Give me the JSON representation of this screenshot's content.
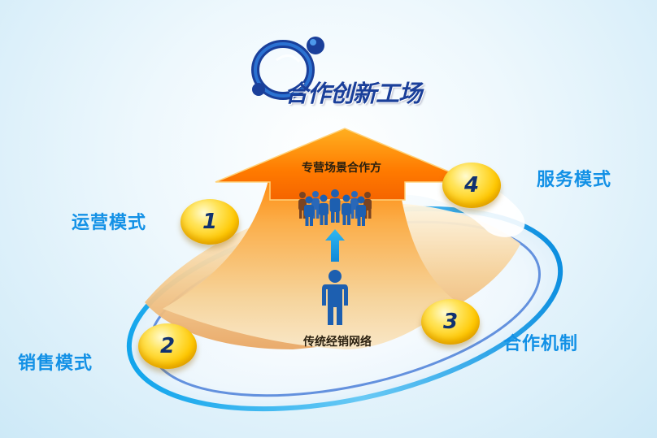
{
  "logo": {
    "text": "合作创新工场",
    "icon": "cooperation-logo-icon"
  },
  "diagram": {
    "arrow_title": "专营场景合作方",
    "bottom_label": "传统经销网络",
    "nodes": [
      {
        "number": "1",
        "label": "运营模式"
      },
      {
        "number": "2",
        "label": "销售模式"
      },
      {
        "number": "3",
        "label": "合作机制"
      },
      {
        "number": "4",
        "label": "服务模式"
      }
    ]
  },
  "colors": {
    "label_blue": "#1391e6",
    "logo_blue": "#1a3f9a",
    "arrow_orange": "#f78a12",
    "coin_gold": "#ffc800",
    "person_blue": "#1d5fb0",
    "person_brown": "#7a4422"
  }
}
